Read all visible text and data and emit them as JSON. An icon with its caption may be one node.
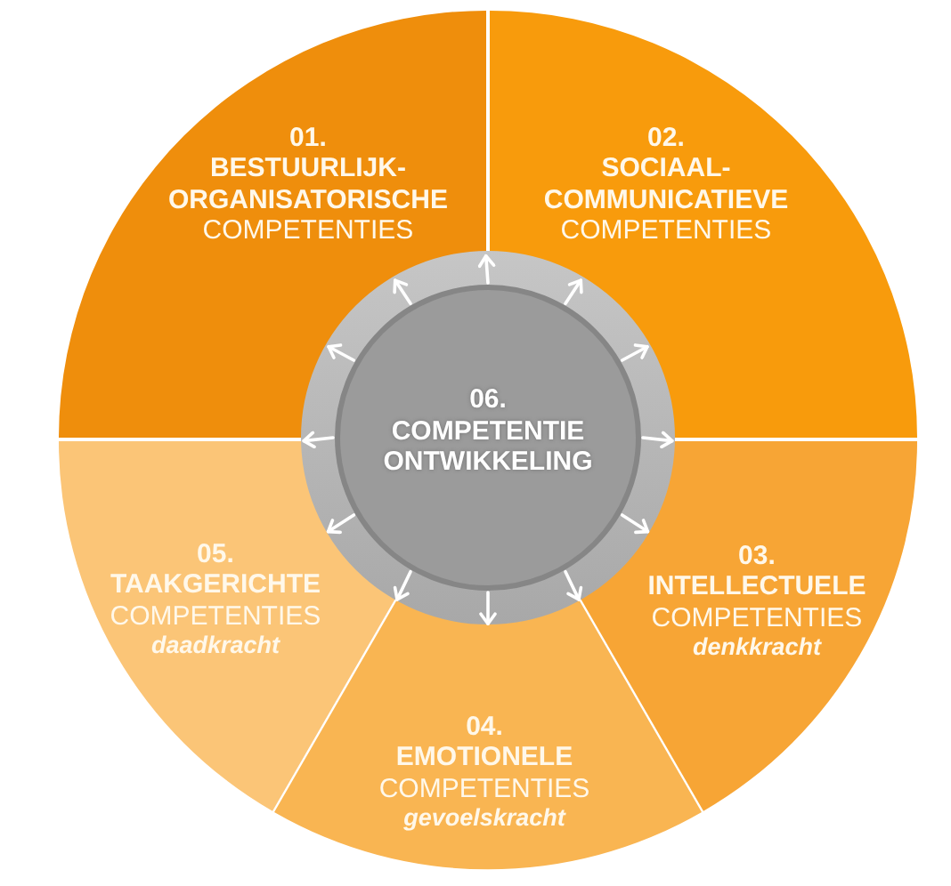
{
  "diagram": {
    "nodes": [
      {
        "text": [
          "01.",
          "BESTUURLIJK- ORGANISATORISCHE",
          "COMPETENTIES"
        ]
      },
      {
        "text": [
          "02.",
          "SOCIAAL- COMMUNICATIEVE",
          "COMPETENTIES"
        ]
      },
      {
        "text": [
          "03.",
          "INTELLECTUELE",
          "COMPETENTIES",
          "denkkracht"
        ]
      },
      {
        "text": [
          "04.",
          "EMOTIONELE",
          "COMPETENTIES",
          "gevoelskracht"
        ]
      },
      {
        "text": [
          "05.",
          "TAAKGERICHTE",
          "COMPETENTIES",
          "daadkracht"
        ]
      },
      {
        "text": [
          "06.",
          "COMPETENTIE ONTWIKKELING"
        ]
      }
    ],
    "edges": [
      {
        "from": 5,
        "to": 0,
        "arrow": "to"
      },
      {
        "from": 5,
        "to": 1,
        "arrow": "to"
      },
      {
        "from": 5,
        "to": 1,
        "arrow": "to"
      },
      {
        "from": 5,
        "to": 2,
        "arrow": "to"
      },
      {
        "from": 5,
        "to": 2,
        "arrow": "to"
      },
      {
        "from": 5,
        "to": 3,
        "arrow": "to"
      },
      {
        "from": 5,
        "to": 3,
        "arrow": "to"
      },
      {
        "from": 5,
        "to": 3,
        "arrow": "to"
      },
      {
        "from": 5,
        "to": 4,
        "arrow": "to"
      },
      {
        "from": 5,
        "to": 4,
        "arrow": "to"
      },
      {
        "from": 5,
        "to": 0,
        "arrow": "to"
      },
      {
        "from": 5,
        "to": 0,
        "arrow": "to"
      }
    ]
  }
}
